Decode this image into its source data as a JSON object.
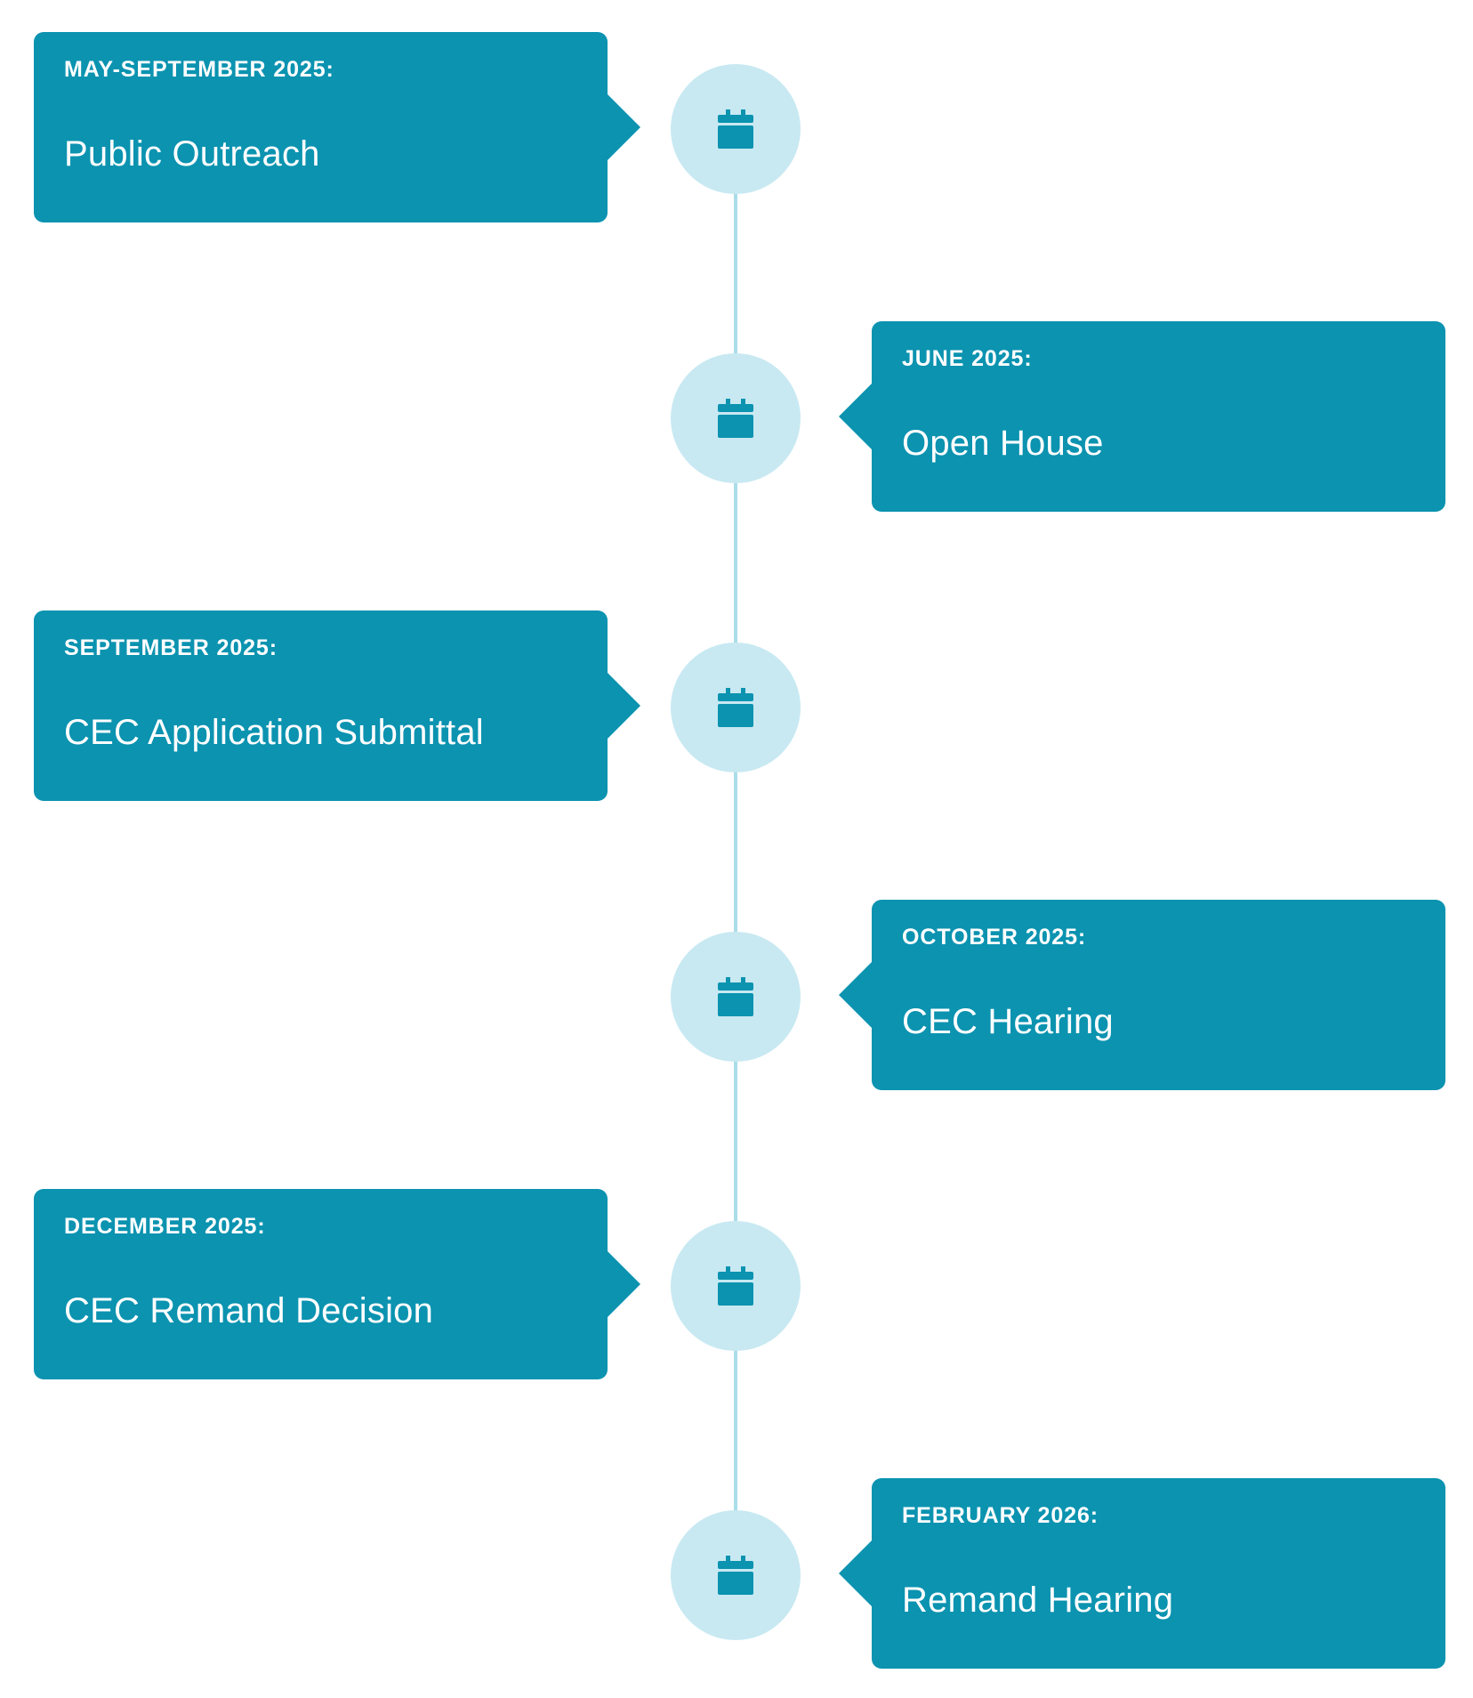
{
  "graphic": {
    "type": "vertical-milestone-timeline",
    "title": "",
    "colors": {
      "card_background": "#0b93b0",
      "card_text": "#ffffff",
      "node_circle": "#c8e9f2",
      "icon": "#0b93b0",
      "connector_line": "#aadde9",
      "page_background": "#ffffff"
    },
    "milestones": [
      {
        "date": "MAY-SEPTEMBER 2025:",
        "title": "Public Outreach",
        "side": "left",
        "icon": "calendar-icon"
      },
      {
        "date": "JUNE 2025:",
        "title": "Open House",
        "side": "right",
        "icon": "calendar-icon"
      },
      {
        "date": "SEPTEMBER 2025:",
        "title": "CEC Application Submittal",
        "side": "left",
        "icon": "calendar-icon"
      },
      {
        "date": "OCTOBER 2025:",
        "title": "CEC Hearing",
        "side": "right",
        "icon": "calendar-icon"
      },
      {
        "date": "DECEMBER 2025:",
        "title": "CEC Remand Decision",
        "side": "left",
        "icon": "calendar-icon"
      },
      {
        "date": "FEBRUARY 2026:",
        "title": "Remand Hearing",
        "side": "right",
        "icon": "calendar-icon"
      }
    ]
  }
}
